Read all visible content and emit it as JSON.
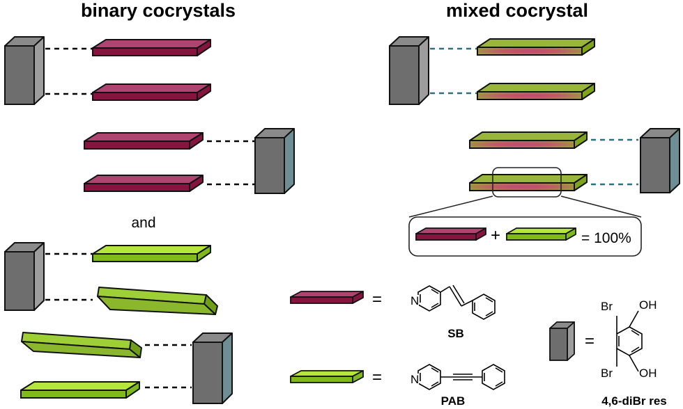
{
  "titles": {
    "left": "binary cocrystals",
    "right": "mixed cocrystal"
  },
  "connector_word": "and",
  "legend": {
    "plus": "+",
    "equals_percent": "= 100%"
  },
  "key": {
    "equals": "=",
    "sb_label": "SB",
    "pab_label": "PAB",
    "res_label": "4,6-diBr res",
    "atoms": {
      "nitrogen": "N",
      "bromine": "Br",
      "hydroxyl": "OH"
    }
  },
  "colors": {
    "sb_top": "#b04470",
    "sb_side": "#85153f",
    "pab_top": "#b5e63c",
    "pab_side": "#7fb91a",
    "block_face": "#6f6f6f",
    "block_top": "#8a8a8a",
    "block_side": "#a0a0a0",
    "block_side_teal": "#6f8e94",
    "dash_black": "#000000",
    "dash_teal": "#2e6f80"
  }
}
